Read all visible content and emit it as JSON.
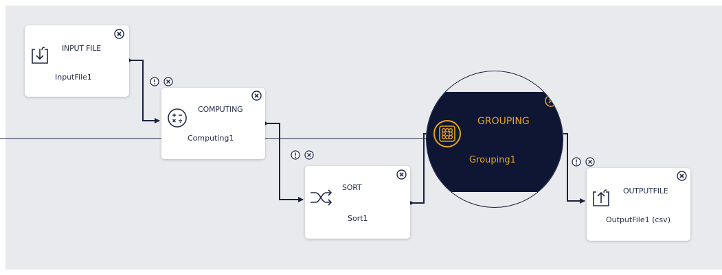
{
  "nodes": {
    "input": {
      "title": "INPUT FILE",
      "name": "InputFile1",
      "icon": "input-file-icon"
    },
    "computing": {
      "title": "COMPUTING",
      "name": "Computing1",
      "icon": "calculator-icon"
    },
    "sort": {
      "title": "SORT",
      "name": "Sort1",
      "icon": "shuffle-icon"
    },
    "grouping": {
      "title": "GROUPING",
      "name": "Grouping1",
      "icon": "grouping-icon"
    },
    "output": {
      "title": "OUTPUTFILE",
      "name": "OutputFile1 (csv)",
      "icon": "output-file-icon"
    }
  },
  "colors": {
    "canvas": "#e9eaee",
    "wire": "#1b2140",
    "lens_panel": "#0e1634",
    "lens_accent": "#e6a31f"
  }
}
